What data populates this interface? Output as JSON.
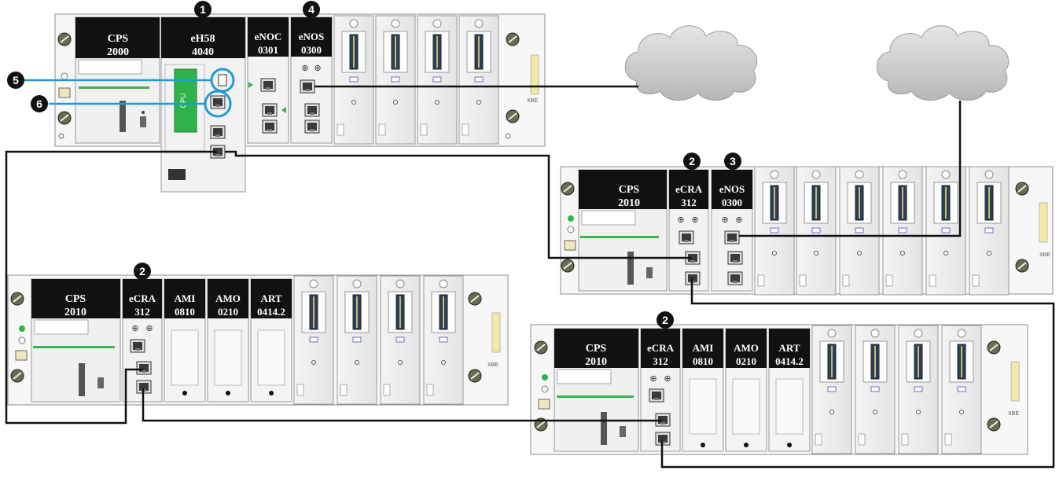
{
  "racks": [
    {
      "id": "main",
      "modules": [
        {
          "name": "cps",
          "line1": "CPS",
          "line2": "2000"
        },
        {
          "name": "cpu",
          "line1": "eH58",
          "line2": "4040"
        },
        {
          "name": "enoc",
          "line1": "eNOC",
          "line2": "0301"
        },
        {
          "name": "enos",
          "line1": "eNOS",
          "line2": "0300"
        }
      ],
      "callout": "4"
    },
    {
      "id": "remote-a",
      "modules": [
        {
          "name": "cps",
          "line1": "CPS",
          "line2": "2010"
        },
        {
          "name": "ecra",
          "line1": "eCRA",
          "line2": "312"
        },
        {
          "name": "enos",
          "line1": "eNOS",
          "line2": "0300"
        }
      ]
    },
    {
      "id": "remote-b",
      "modules": [
        {
          "name": "cps",
          "line1": "CPS",
          "line2": "2010"
        },
        {
          "name": "ecra",
          "line1": "eCRA",
          "line2": "312"
        },
        {
          "name": "ami",
          "line1": "AMI",
          "line2": "0810"
        },
        {
          "name": "amo",
          "line1": "AMO",
          "line2": "0210"
        },
        {
          "name": "art",
          "line1": "ART",
          "line2": "0414.2"
        }
      ]
    },
    {
      "id": "remote-c",
      "modules": [
        {
          "name": "cps",
          "line1": "CPS",
          "line2": "2010"
        },
        {
          "name": "ecra",
          "line1": "eCRA",
          "line2": "312"
        },
        {
          "name": "ami",
          "line1": "AMI",
          "line2": "0810"
        },
        {
          "name": "amo",
          "line1": "AMO",
          "line2": "0210"
        },
        {
          "name": "art",
          "line1": "ART",
          "line2": "0414.2"
        }
      ]
    }
  ],
  "callouts": {
    "c1": "1",
    "c2a": "2",
    "c2b": "2",
    "c2c": "2",
    "c3": "3",
    "c4": "4",
    "c5": "5",
    "c6": "6"
  },
  "backplane_tag": "XBE",
  "cpu_side_label": "CPU",
  "colors": {
    "module_header": "#111111",
    "cloud": "#c8c8c8",
    "highlight_ring": "#1e9ad6",
    "led_green": "#2fb34a",
    "cable": "#111111"
  },
  "icons": [
    "cloud-icon",
    "ethernet-port-icon",
    "screw-icon",
    "led-icon",
    "usb-port-icon",
    "rotary-switch-icon"
  ]
}
